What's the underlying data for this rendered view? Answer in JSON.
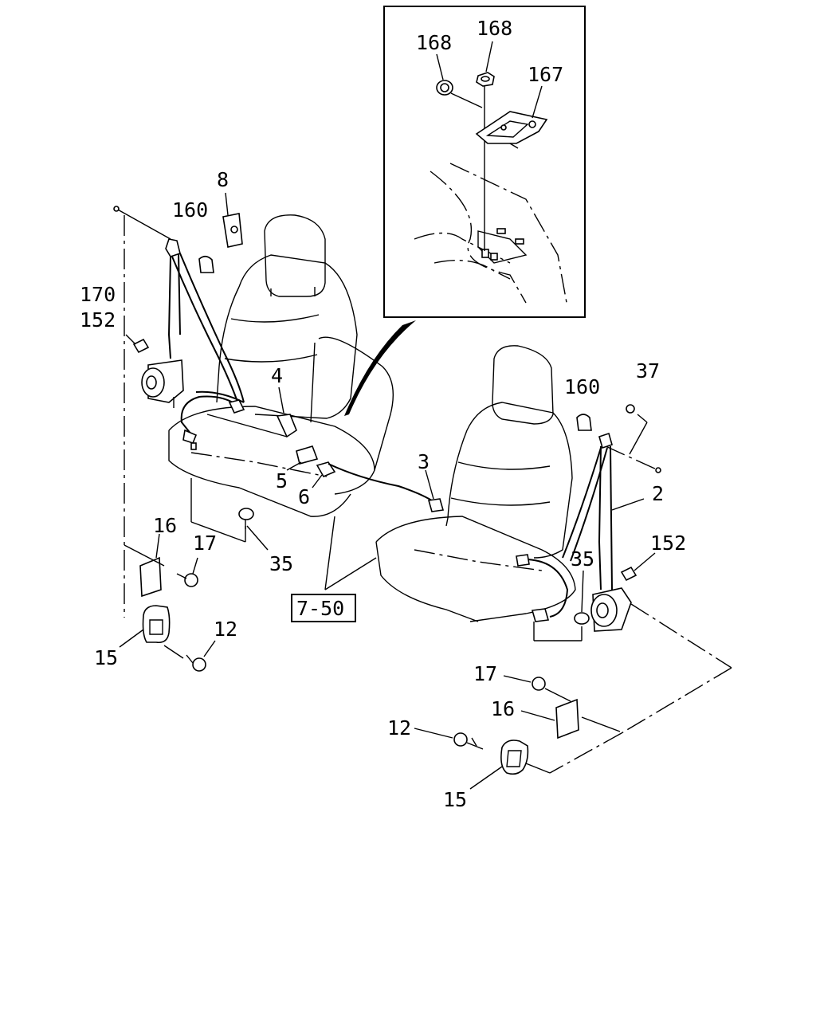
{
  "diagram": {
    "labels": {
      "p168a": "168",
      "p168b": "168",
      "p167": "167",
      "p8": "8",
      "p160_left": "160",
      "p170": "170",
      "p152_left": "152",
      "p4": "4",
      "p5": "5",
      "p6": "6",
      "p3": "3",
      "p37": "37",
      "p160_right": "160",
      "p2": "2",
      "p152_right": "152",
      "p16_left": "16",
      "p17_left": "17",
      "p35_left": "35",
      "p35_right": "35",
      "p12_left": "12",
      "p15_left": "15",
      "p17_right": "17",
      "p16_right": "16",
      "p12_right": "12",
      "p15_right": "15"
    },
    "reference": "7-50"
  }
}
